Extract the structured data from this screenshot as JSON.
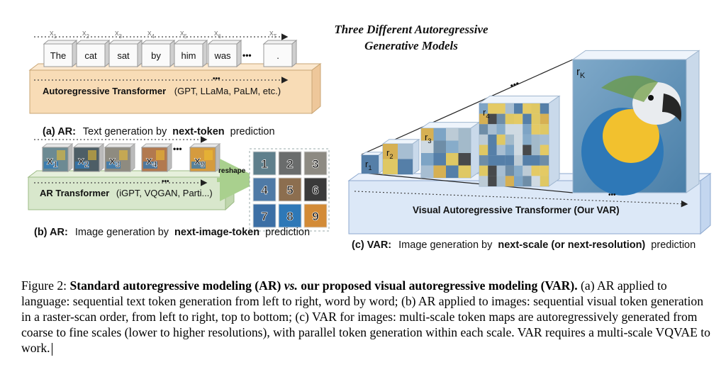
{
  "figure": {
    "title_line1": "Three  Different  Autoregressive",
    "title_line2": "Generative  Models"
  },
  "panel_a": {
    "tokens": [
      {
        "index": "x",
        "sub": "1",
        "word": "The"
      },
      {
        "index": "x",
        "sub": "2",
        "word": "cat"
      },
      {
        "index": "x",
        "sub": "3",
        "word": "sat"
      },
      {
        "index": "x",
        "sub": "4",
        "word": "by"
      },
      {
        "index": "x",
        "sub": "5",
        "word": "him"
      },
      {
        "index": "x",
        "sub": "6",
        "word": "was"
      },
      {
        "index": "x",
        "sub": "T",
        "word": "."
      }
    ],
    "ellipsis": "•••",
    "transformer_label_bold": "Autoregressive Transformer",
    "transformer_label_rest": "(GPT, LLaMa, PaLM, etc.)",
    "caption_tag": "(a) AR:",
    "caption_pre": "Text generation by",
    "caption_bold": "next-token",
    "caption_post": "prediction"
  },
  "panel_b": {
    "patches": [
      {
        "index": "x",
        "sub": "1"
      },
      {
        "index": "x",
        "sub": "2"
      },
      {
        "index": "x",
        "sub": "3"
      },
      {
        "index": "x",
        "sub": "4"
      },
      {
        "index": "x",
        "sub": "9"
      }
    ],
    "ellipsis": "•••",
    "reshape_label": "reshape",
    "grid_numbers": [
      "1",
      "2",
      "3",
      "4",
      "5",
      "6",
      "7",
      "8",
      "9"
    ],
    "transformer_label_bold": "AR Transformer",
    "transformer_label_rest": "(iGPT, VQGAN, Parti...)",
    "caption_tag": "(b) AR:",
    "caption_pre": "Image generation by",
    "caption_bold": "next-image-token",
    "caption_post": "prediction"
  },
  "panel_c": {
    "scales": [
      {
        "index": "r",
        "sub": "1"
      },
      {
        "index": "r",
        "sub": "2"
      },
      {
        "index": "r",
        "sub": "3"
      },
      {
        "index": "r",
        "sub": "4"
      },
      {
        "index": "r",
        "sub": "K"
      }
    ],
    "ellipsis": "•••",
    "transformer_label": "Visual Autoregressive Transformer  (Our VAR)",
    "caption_tag": "(c) VAR:",
    "caption_pre": "Image generation by",
    "caption_bold": "next-scale (or next-resolution)",
    "caption_post": "prediction"
  },
  "caption": {
    "lead": "Figure 2:",
    "bold_a": "Standard autoregressive modeling (AR)",
    "italic_vs": "vs.",
    "bold_b": "our proposed visual autoregressive modeling (VAR).",
    "body": "(a) AR applied to language: sequential text token generation from left to right, word by word; (b) AR applied to images: sequential visual token generation in a raster-scan order, from left to right, top to bottom; (c) VAR for images: multi-scale token maps are autoregressively generated from coarse to fine scales (lower to higher resolutions), with parallel token generation within each scale. VAR requires a multi-scale VQVAE to work."
  },
  "colors": {
    "orange_box": "#f8dcb6",
    "green_box": "#d8e7cc",
    "blue_box": "#dce8f7",
    "macaw_blue": "#2e78b7",
    "macaw_yellow": "#f2c12e"
  }
}
